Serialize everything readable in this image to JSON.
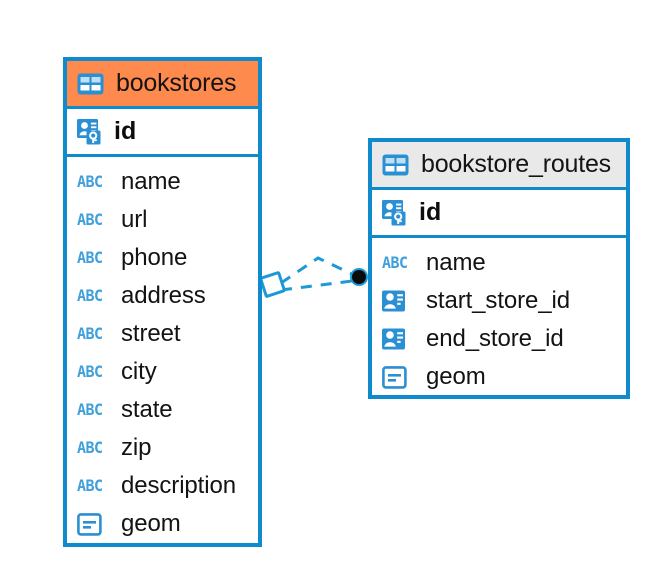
{
  "diagram": {
    "type": "entity-relationship-diagram",
    "accent_color": "#0E8ACD",
    "header_highlight_color": "#FF8A4D",
    "header_default_color": "#E9E9E9",
    "icon_color": "#2B8FD4"
  },
  "tables": [
    {
      "name": "bookstores",
      "header_style": "orange",
      "primary_key": {
        "label": "id",
        "icon": "primary-key-icon"
      },
      "fields": [
        {
          "label": "name",
          "icon": "abc-text-icon",
          "icon_text": "ABC"
        },
        {
          "label": "url",
          "icon": "abc-text-icon",
          "icon_text": "ABC"
        },
        {
          "label": "phone",
          "icon": "abc-text-icon",
          "icon_text": "ABC"
        },
        {
          "label": "address",
          "icon": "abc-text-icon",
          "icon_text": "ABC"
        },
        {
          "label": "street",
          "icon": "abc-text-icon",
          "icon_text": "ABC"
        },
        {
          "label": "city",
          "icon": "abc-text-icon",
          "icon_text": "ABC"
        },
        {
          "label": "state",
          "icon": "abc-text-icon",
          "icon_text": "ABC"
        },
        {
          "label": "zip",
          "icon": "abc-text-icon",
          "icon_text": "ABC"
        },
        {
          "label": "description",
          "icon": "abc-text-icon",
          "icon_text": "ABC"
        },
        {
          "label": "geom",
          "icon": "geometry-icon",
          "icon_text": ""
        }
      ]
    },
    {
      "name": "bookstore_routes",
      "header_style": "grey",
      "primary_key": {
        "label": "id",
        "icon": "primary-key-icon"
      },
      "fields": [
        {
          "label": "name",
          "icon": "abc-text-icon",
          "icon_text": "ABC"
        },
        {
          "label": "start_store_id",
          "icon": "foreign-key-icon",
          "icon_text": ""
        },
        {
          "label": "end_store_id",
          "icon": "foreign-key-icon",
          "icon_text": ""
        },
        {
          "label": "geom",
          "icon": "geometry-icon",
          "icon_text": ""
        }
      ]
    }
  ],
  "relationship": {
    "style": "dashed",
    "color": "#0E8ACD",
    "source_marker": "diamond-outline",
    "target_marker": "filled-circle",
    "target_marker_color": "#000000"
  }
}
